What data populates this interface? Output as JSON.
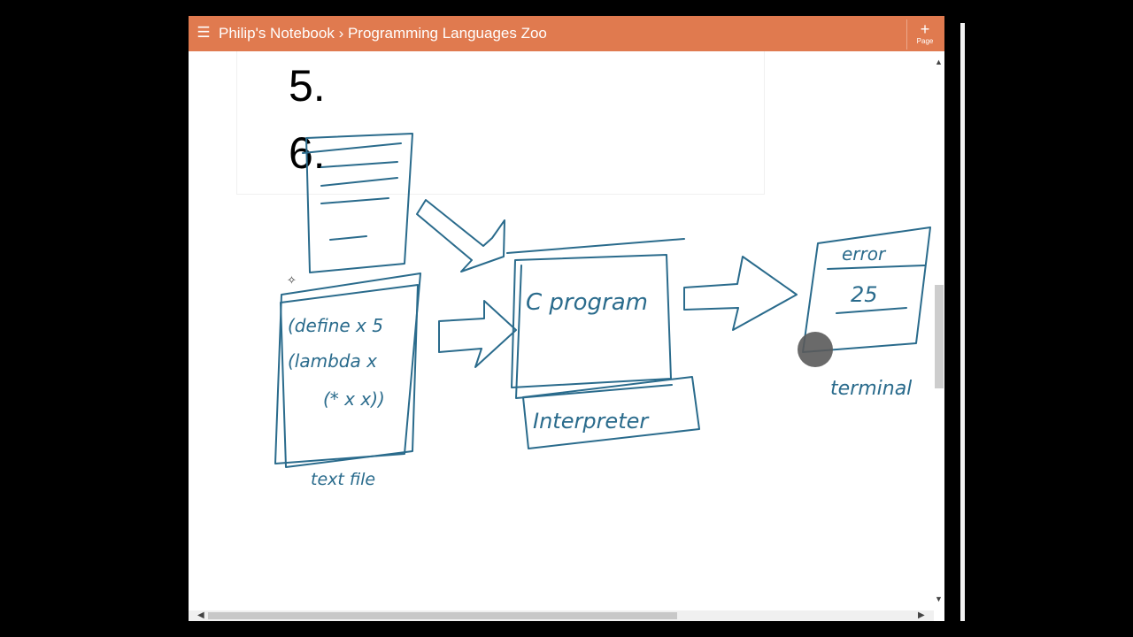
{
  "window": {
    "breadcrumb_notebook": "Philip's Notebook",
    "breadcrumb_separator": "›",
    "breadcrumb_section": "Programming Languages Zoo",
    "add_page_label": "Page",
    "menu_icon": "hamburger-icon",
    "add_icon": "plus-icon"
  },
  "page": {
    "list_item_5": "5.",
    "list_item_6": "6."
  },
  "drawing": {
    "text_file_code_1": "(define x 5",
    "text_file_code_2": "(lambda x",
    "text_file_code_3": "(* x x))",
    "text_file_label": "text file",
    "program_label": "C program",
    "interpreter_label": "Interpreter",
    "terminal_line_1": "error",
    "terminal_line_2": "25",
    "terminal_label": "terminal"
  },
  "colors": {
    "titlebar": "#E07A4F",
    "ink": "#2a6b8c"
  }
}
